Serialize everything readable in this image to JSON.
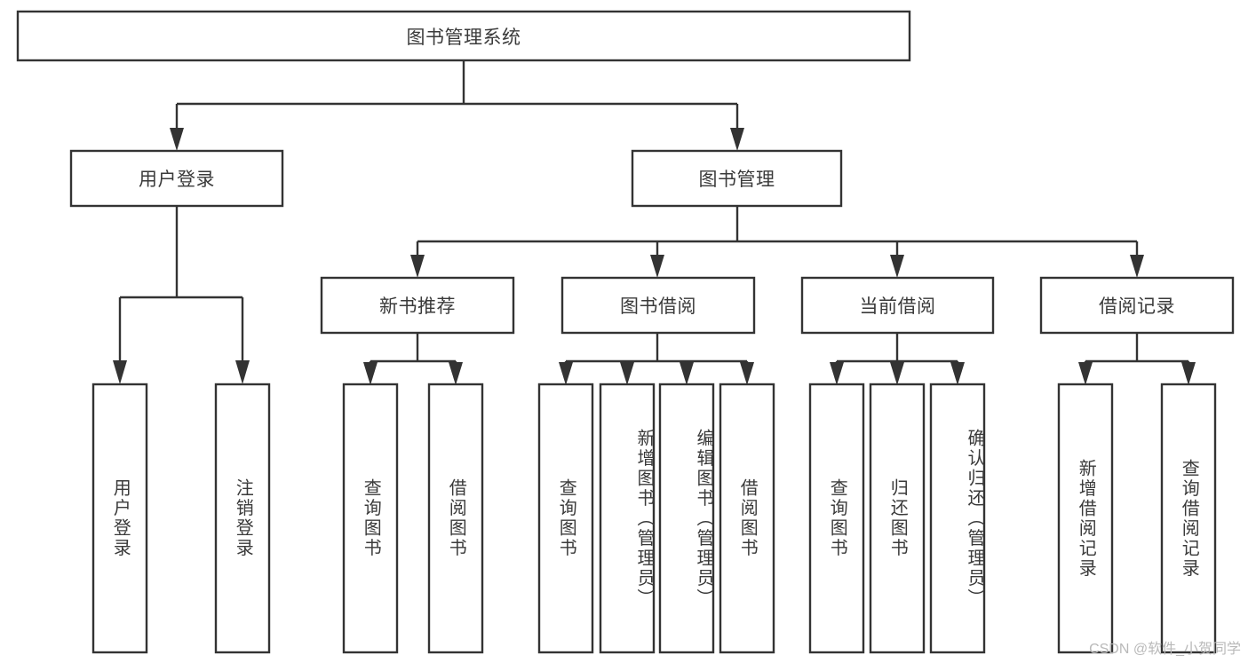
{
  "diagram": {
    "title": "图书管理系统",
    "type": "hierarchy-tree",
    "watermark": "CSDN @软件_小贺同学",
    "colors": {
      "stroke": "#333333",
      "fill": "#ffffff",
      "text": "#3a3a3a",
      "watermark": "#b9b9b9"
    },
    "nodes": {
      "root": {
        "label": "图书管理系统",
        "level": 1,
        "orientation": "horizontal"
      },
      "user_login": {
        "label": "用户登录",
        "level": 2,
        "orientation": "horizontal"
      },
      "book_manage": {
        "label": "图书管理",
        "level": 2,
        "orientation": "horizontal"
      },
      "new_book_rec": {
        "label": "新书推荐",
        "level": 3,
        "orientation": "horizontal"
      },
      "book_borrow": {
        "label": "图书借阅",
        "level": 3,
        "orientation": "horizontal"
      },
      "current_borrow": {
        "label": "当前借阅",
        "level": 3,
        "orientation": "horizontal"
      },
      "borrow_record": {
        "label": "借阅记录",
        "level": 3,
        "orientation": "horizontal"
      },
      "leaf_user_login": {
        "label": "用户登录",
        "level": 4,
        "orientation": "vertical"
      },
      "leaf_logout": {
        "label": "注销登录",
        "level": 4,
        "orientation": "vertical"
      },
      "leaf_rec_query": {
        "label": "查询图书",
        "level": 4,
        "orientation": "vertical"
      },
      "leaf_rec_borrow": {
        "label": "借阅图书",
        "level": 4,
        "orientation": "vertical"
      },
      "leaf_borrow_query": {
        "label": "查询图书",
        "level": 4,
        "orientation": "vertical"
      },
      "leaf_add_book": {
        "label": "新增图书（管理员）",
        "level": 4,
        "orientation": "vertical"
      },
      "leaf_edit_book": {
        "label": "编辑图书（管理员）",
        "level": 4,
        "orientation": "vertical"
      },
      "leaf_borrow_book": {
        "label": "借阅图书",
        "level": 4,
        "orientation": "vertical"
      },
      "leaf_cur_query": {
        "label": "查询图书",
        "level": 4,
        "orientation": "vertical"
      },
      "leaf_return_book": {
        "label": "归还图书",
        "level": 4,
        "orientation": "vertical"
      },
      "leaf_confirm_return": {
        "label": "确认归还（管理员）",
        "level": 4,
        "orientation": "vertical"
      },
      "leaf_add_record": {
        "label": "新增借阅记录",
        "level": 4,
        "orientation": "vertical"
      },
      "leaf_query_record": {
        "label": "查询借阅记录",
        "level": 4,
        "orientation": "vertical"
      }
    },
    "edges": [
      {
        "from": "root",
        "to": "user_login"
      },
      {
        "from": "root",
        "to": "book_manage"
      },
      {
        "from": "book_manage",
        "to": "new_book_rec"
      },
      {
        "from": "book_manage",
        "to": "book_borrow"
      },
      {
        "from": "book_manage",
        "to": "current_borrow"
      },
      {
        "from": "book_manage",
        "to": "borrow_record"
      },
      {
        "from": "user_login",
        "to": "leaf_user_login"
      },
      {
        "from": "user_login",
        "to": "leaf_logout"
      },
      {
        "from": "new_book_rec",
        "to": "leaf_rec_query"
      },
      {
        "from": "new_book_rec",
        "to": "leaf_rec_borrow"
      },
      {
        "from": "book_borrow",
        "to": "leaf_borrow_query"
      },
      {
        "from": "book_borrow",
        "to": "leaf_add_book"
      },
      {
        "from": "book_borrow",
        "to": "leaf_edit_book"
      },
      {
        "from": "book_borrow",
        "to": "leaf_borrow_book"
      },
      {
        "from": "current_borrow",
        "to": "leaf_cur_query"
      },
      {
        "from": "current_borrow",
        "to": "leaf_return_book"
      },
      {
        "from": "current_borrow",
        "to": "leaf_confirm_return"
      },
      {
        "from": "borrow_record",
        "to": "leaf_add_record"
      },
      {
        "from": "borrow_record",
        "to": "leaf_query_record"
      }
    ]
  }
}
